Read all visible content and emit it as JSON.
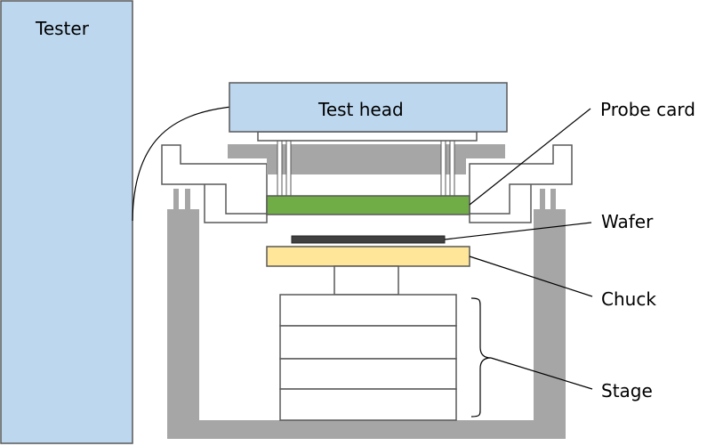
{
  "labels": {
    "tester": "Tester",
    "test_head": "Test head",
    "probe_card": "Probe card",
    "wafer": "Wafer",
    "chuck": "Chuck",
    "stage": "Stage"
  },
  "colors": {
    "tester_fill": "#bdd7ee",
    "test_head_fill": "#bdd7ee",
    "probe_card_fill": "#70ad47",
    "wafer_fill": "#404040",
    "chuck_fill": "#ffe699",
    "frame_gray": "#a6a6a6",
    "outline": "#595959"
  }
}
